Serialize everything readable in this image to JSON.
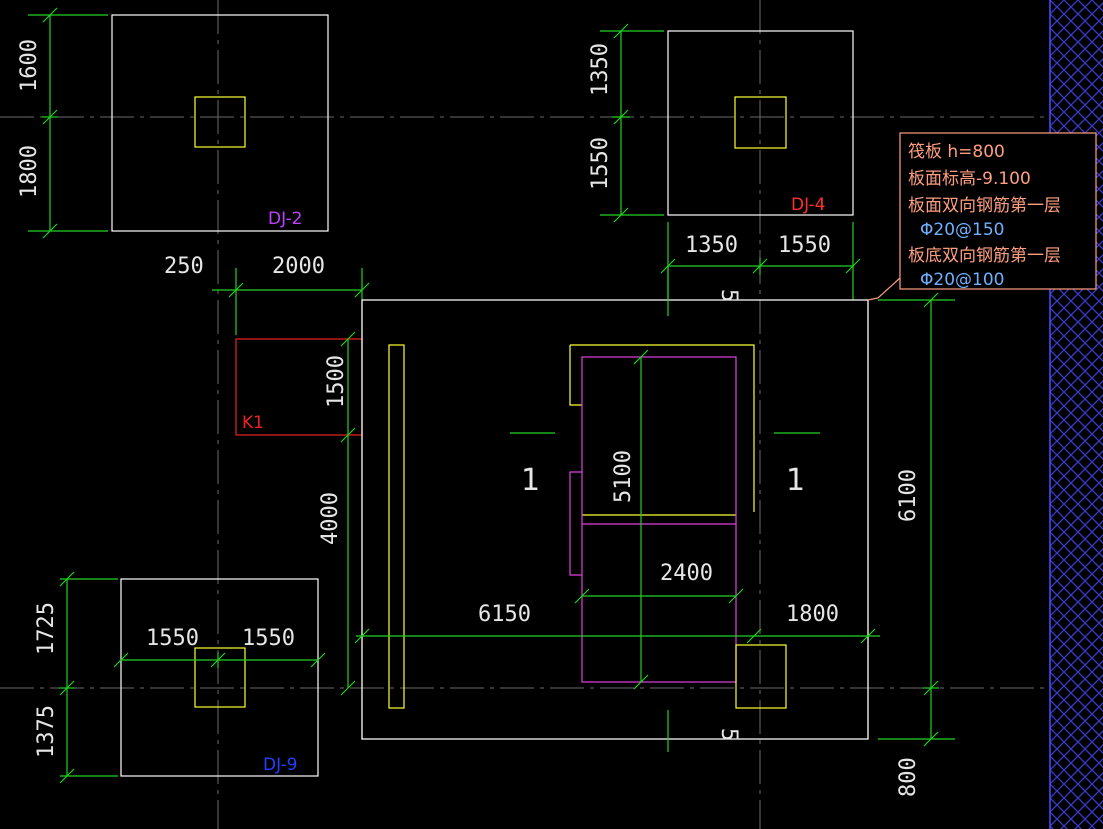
{
  "colors": {
    "background": "#000000",
    "outline": "#ffffff",
    "dimension": "#22d122",
    "column": "#ffff33",
    "pit": "#e040e0",
    "opening": "#ee2222",
    "axis": "#6a6a6a",
    "note_border": "#ff9f80",
    "dj2_label": "#c040ff",
    "dj4_label": "#ff3030",
    "dj9_label": "#2040ff",
    "hatch": "#3a3acc"
  },
  "foundations": {
    "dj2": {
      "label": "DJ-2",
      "dim_top": "1600",
      "dim_bottom": "1800"
    },
    "dj4": {
      "label": "DJ-4",
      "dim_top": "1350",
      "dim_bottom": "1550",
      "dim_left": "1350",
      "dim_right": "1550"
    },
    "dj9": {
      "label": "DJ-9",
      "dim_top": "1725",
      "dim_bottom": "1375",
      "dim_left": "1550",
      "dim_right": "1550"
    }
  },
  "opening": {
    "label": "K1",
    "dim_height": "1500"
  },
  "raft": {
    "dim_offset": "250",
    "dim_opening_width": "2000",
    "dim_left_height": "4000",
    "dim_pit_height": "5100",
    "dim_pit_width": "2400",
    "dim_left_span": "6150",
    "dim_right_span": "1800",
    "dim_total_height": "6100",
    "dim_edge": "800",
    "section_mark": "1",
    "section_axis": "5"
  },
  "note": {
    "line1": "筏板 h=800",
    "line2": "板面标高-9.100",
    "line3": "板面双向钢筋第一层",
    "line4": "Φ20@150",
    "line5": "板底双向钢筋第一层",
    "line6": "Φ20@100"
  }
}
